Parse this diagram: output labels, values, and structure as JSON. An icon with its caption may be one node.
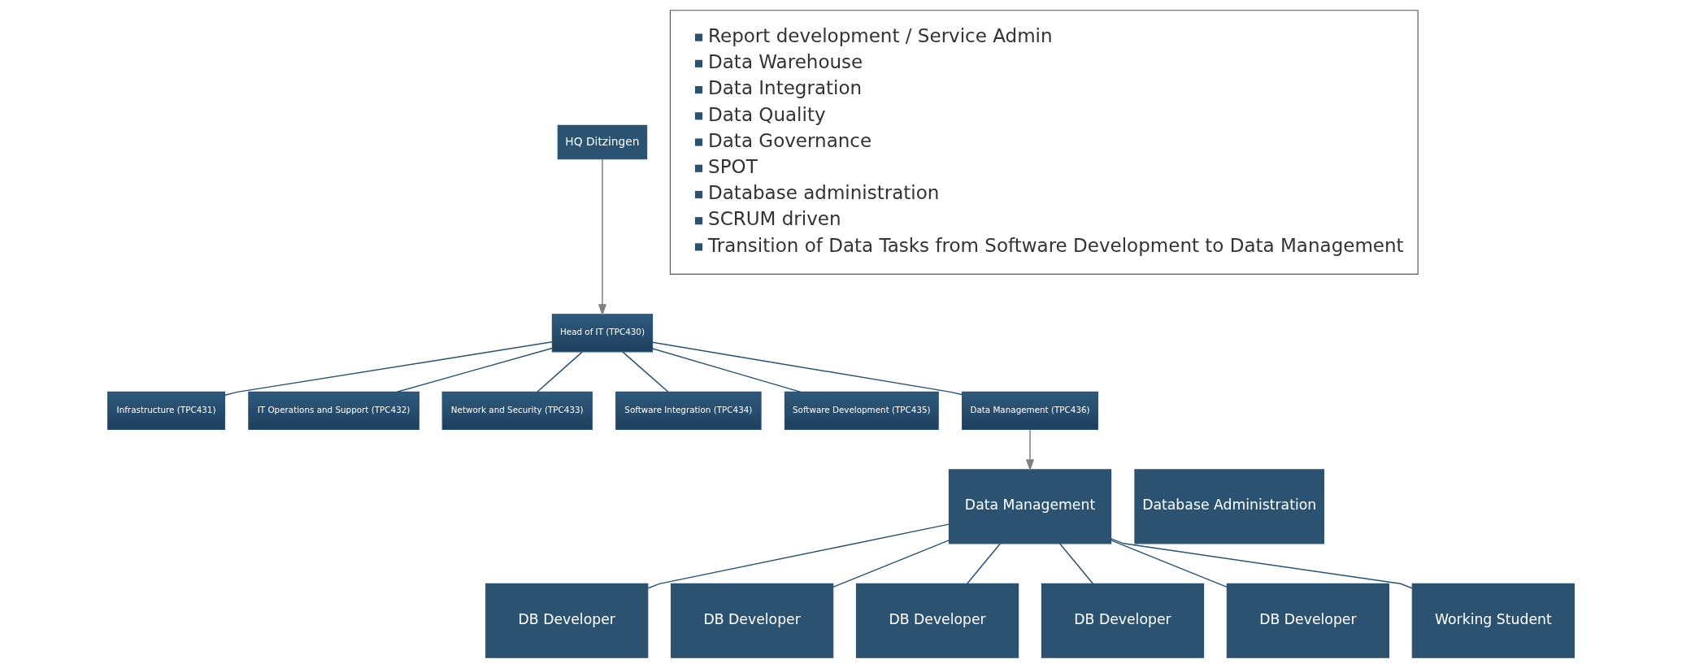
{
  "diagram": {
    "nodes": [
      {
        "text": [
          "HQ Ditzingen"
        ]
      },
      {
        "text": [
          "Head of IT (TPC430)"
        ]
      },
      {
        "text": [
          "Infrastructure (TPC431)"
        ]
      },
      {
        "text": [
          "IT Operations and Support (TPC432)"
        ]
      },
      {
        "text": [
          "Network and Security (TPC433)"
        ]
      },
      {
        "text": [
          "Software Integration (TPC434)"
        ]
      },
      {
        "text": [
          "Software Development (TPC435)"
        ]
      },
      {
        "text": [
          "Data Management (TPC436)"
        ]
      },
      {
        "text": [
          "Report development / Service Admin",
          "Data Warehouse",
          "Data Integration",
          "Data Quality",
          "Data Governance",
          "SPOT",
          "Database administration",
          "SCRUM driven",
          "Transition of Data Tasks from Software Development to Data Management"
        ]
      },
      {
        "text": [
          "Data Management"
        ]
      },
      {
        "text": [
          "Database Administration"
        ]
      },
      {
        "text": [
          "DB Developer"
        ]
      },
      {
        "text": [
          "DB Developer"
        ]
      },
      {
        "text": [
          "DB Developer"
        ]
      },
      {
        "text": [
          "DB Developer"
        ]
      },
      {
        "text": [
          "DB Developer"
        ]
      },
      {
        "text": [
          "Working Student"
        ]
      }
    ],
    "edges": [
      {
        "from": 0,
        "to": 1,
        "arrow": "to",
        "color": "#808080"
      },
      {
        "from": 1,
        "to": 2,
        "arrow": "none"
      },
      {
        "from": 1,
        "to": 3,
        "arrow": "none"
      },
      {
        "from": 1,
        "to": 4,
        "arrow": "none"
      },
      {
        "from": 1,
        "to": 5,
        "arrow": "none"
      },
      {
        "from": 1,
        "to": 6,
        "arrow": "none"
      },
      {
        "from": 1,
        "to": 7,
        "arrow": "none"
      },
      {
        "from": 7,
        "to": 9,
        "arrow": "to",
        "color": "#808080"
      },
      {
        "from": 9,
        "to": 11,
        "arrow": "none"
      },
      {
        "from": 9,
        "to": 12,
        "arrow": "none"
      },
      {
        "from": 9,
        "to": 13,
        "arrow": "none"
      },
      {
        "from": 9,
        "to": 14,
        "arrow": "none"
      },
      {
        "from": 9,
        "to": 15,
        "arrow": "none"
      },
      {
        "from": 9,
        "to": 16,
        "arrow": "none"
      }
    ]
  }
}
